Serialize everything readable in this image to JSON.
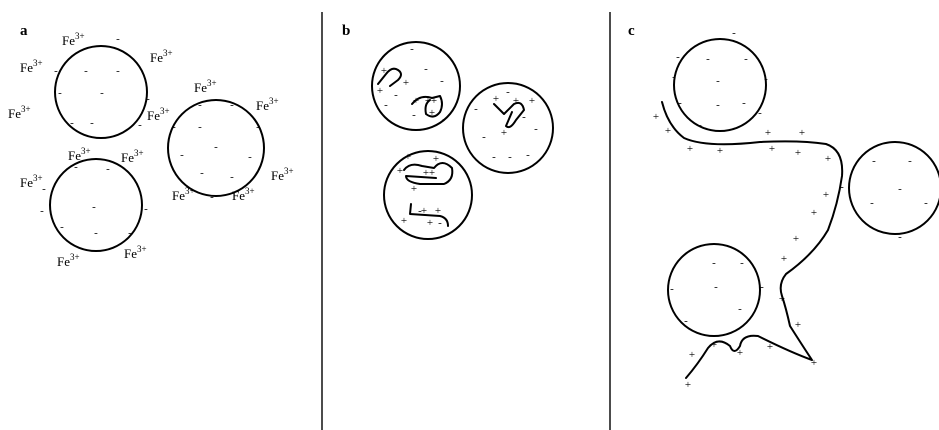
{
  "panels": [
    {
      "label": "a"
    },
    {
      "label": "b"
    },
    {
      "label": "c"
    }
  ],
  "ion": {
    "base": "Fe",
    "charge": "3+"
  },
  "signs": {
    "negative": "-",
    "positive": "+"
  }
}
